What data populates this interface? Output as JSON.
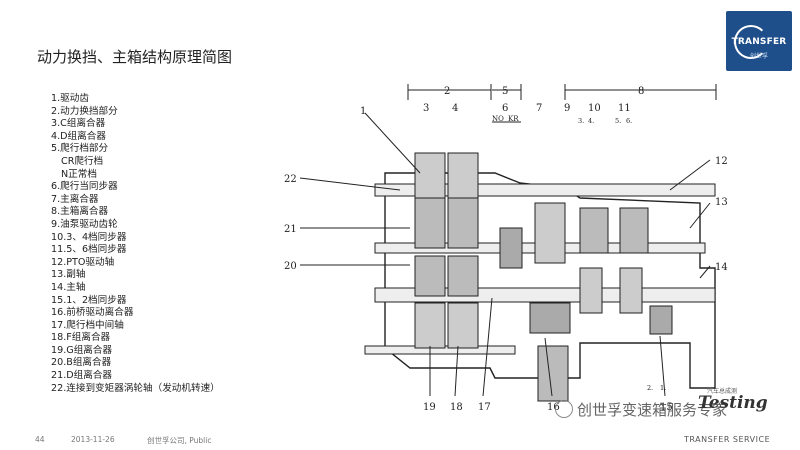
{
  "title": "动力换挡、主箱结构原理简图",
  "logo": {
    "word": "TRANSFER",
    "sub": "创世孚"
  },
  "legend": [
    "1.驱动齿",
    "2.动力换挡部分",
    "3.C组离合器",
    "4.D组离合器",
    "5.爬行档部分",
    "CR爬行档",
    "N正常档",
    "6.爬行当同步器",
    "7.主离合器",
    "8.主箱离合器",
    "9.油泵驱动齿轮",
    "10.3、4档同步器",
    "11.5、6档同步器",
    "12.PTO驱动轴",
    "13.副轴",
    "14.主轴",
    "15.1、2档同步器",
    "16.前桥驱动离合器",
    "17.爬行档中间轴",
    "18.F组离合器",
    "19.G组离合器",
    "20.B组离合器",
    "21.D组离合器",
    "22.连接到变矩器涡轮轴（发动机转速）"
  ],
  "diagram": {
    "labels_top": [
      "2",
      "5",
      "8",
      "1",
      "3",
      "4",
      "6",
      "7",
      "9",
      "10",
      "11",
      "NO",
      "KR",
      "3.",
      "4.",
      "5.",
      "6."
    ],
    "labels_right": [
      "12",
      "13",
      "14"
    ],
    "labels_left": [
      "22",
      "21",
      "20"
    ],
    "labels_bottom": [
      "19",
      "18",
      "17",
      "16",
      "15",
      "2.",
      "1."
    ]
  },
  "footer": {
    "page": "44",
    "date": "2013-11-26",
    "company": "创世孚公司, Public",
    "brand": "TRANSFER SERVICE"
  },
  "watermark": {
    "text": "创世孚变速箱服务专家",
    "testing": "Testing",
    "testing_top": "汽车总成测"
  }
}
